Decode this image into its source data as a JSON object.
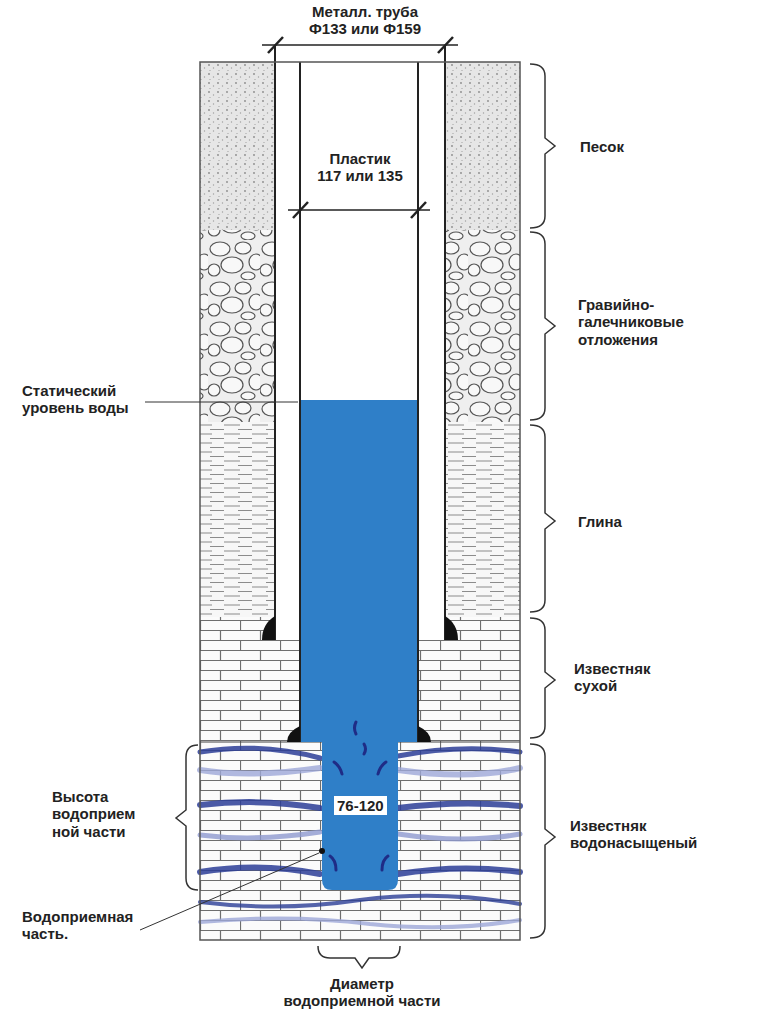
{
  "diagram": {
    "labels": [
      "Металл. труба Ф133 или Ф159",
      "Пластик 117 или 135",
      "Песок",
      "Гравийно- галечниковые отложения",
      "Статический уровень воды",
      "Глина",
      "Известняк сухой",
      "Известняк водонасыщеный",
      "Высота водоприем ной части",
      "76-120",
      "Водоприемная часть.",
      "Диаметр водоприемной части"
    ]
  }
}
